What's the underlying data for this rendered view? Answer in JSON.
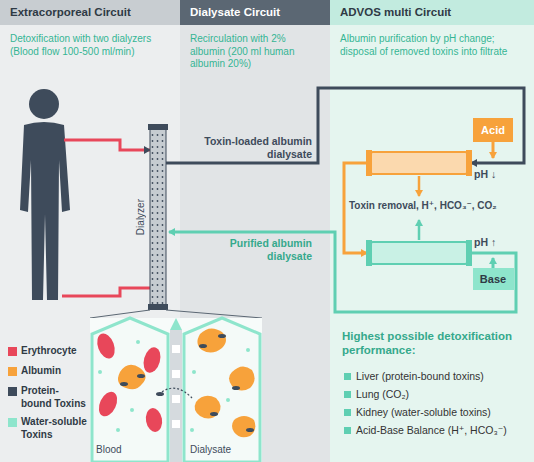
{
  "diagram": {
    "nodes": [
      {
        "text": [
          "Extracorporeal Circuit",
          "Detoxification with two dialyzers (Blood flow 100-500 ml/min)"
        ]
      },
      {
        "text": [
          "Dialysate Circuit",
          "Recirculation with 2% albumin (200 ml human albumin 20%)"
        ]
      },
      {
        "text": [
          "ADVOS multi Circuit",
          "Albumin purification by pH change; disposal of removed toxins into filtrate"
        ]
      },
      {
        "text": [
          "Dialyzer"
        ],
        "in": 0
      },
      {
        "text": [
          "Acid"
        ],
        "in": 2
      },
      {
        "text": [
          "Base"
        ],
        "in": 2
      }
    ],
    "labels": [
      "Toxin-loaded albumin dialysate",
      "Purified albumin dialysate",
      "pH ↓",
      "Toxin removal, H⁺, HCO₃⁻, CO₂",
      "pH ↑",
      "Blood",
      "Dialysate",
      "Highest possible detoxification performance:",
      "Liver (protein-bound toxins)",
      "Lung (CO₂)",
      "Kidney (water-soluble toxins)",
      "Acid-Base Balance (H⁺, HCO₃⁻)"
    ],
    "legend": [
      {
        "text": "Erythrocyte",
        "color": "#e8475a"
      },
      {
        "text": "Albumin",
        "color": "#f7a23b"
      },
      {
        "text": "Protein-bound Toxins",
        "color": "#3e4b5b"
      },
      {
        "text": "Water-soluble Toxins",
        "color": "#8ee5cc"
      }
    ]
  }
}
